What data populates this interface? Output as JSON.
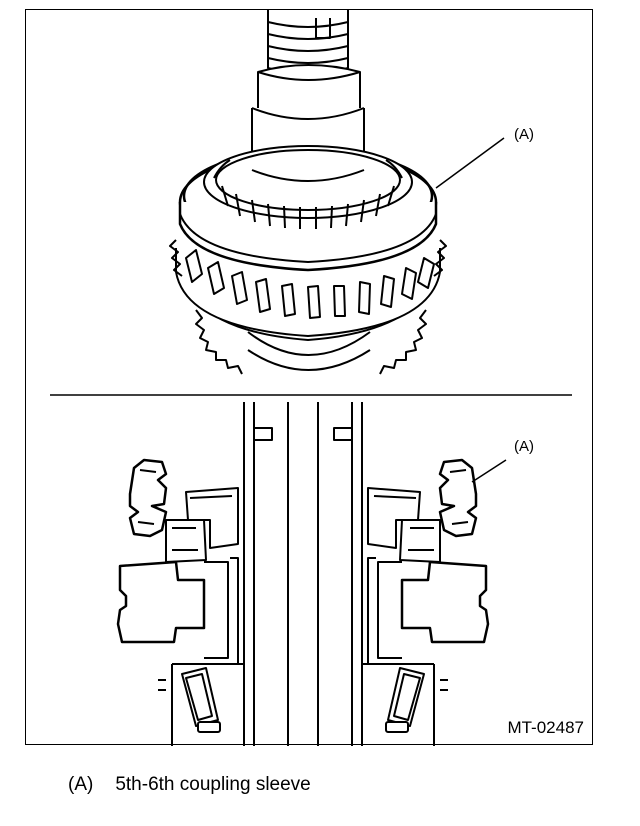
{
  "figure": {
    "id_label": "MT-02487",
    "callouts": [
      {
        "label": "(A)"
      },
      {
        "label": "(A)"
      }
    ]
  },
  "legend": {
    "items": [
      {
        "key": "(A)",
        "text": "5th-6th coupling sleeve"
      }
    ]
  }
}
